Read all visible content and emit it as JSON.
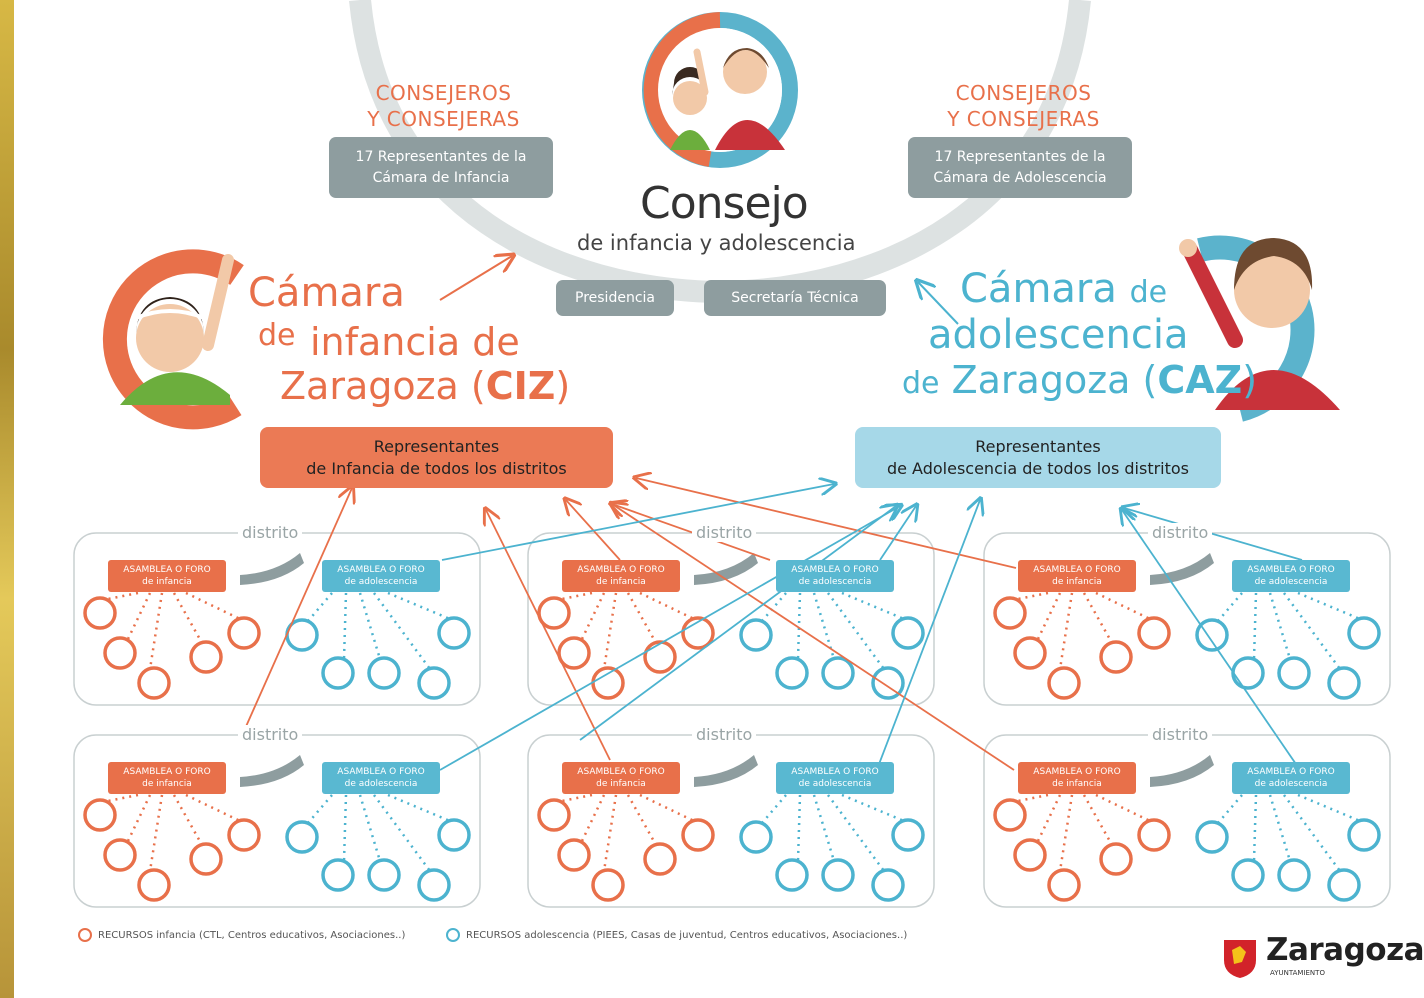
{
  "colors": {
    "orange": "#e8704a",
    "blue": "#4cb3cf",
    "gray": "#8e9d9f"
  },
  "council": {
    "title": "Consejo",
    "subtitle": "de infancia y adolescencia",
    "president": "Presidencia",
    "secretary": "Secretaría Técnica"
  },
  "left_councillors": {
    "heading_1": "CONSEJEROS",
    "heading_2": "Y CONSEJERAS",
    "box": "17 Representantes de la\nCámara de Infancia"
  },
  "right_councillors": {
    "heading_1": "CONSEJEROS",
    "heading_2": "Y CONSEJERAS",
    "box": "17 Representantes de la\nCámara de Adolescencia"
  },
  "ciz": {
    "line1": "Cámara",
    "line2a": "de",
    "line2b": "infancia de",
    "line3": "Zaragoza (",
    "abbr": "CIZ",
    "close": ")"
  },
  "caz": {
    "line1a": "Cámara",
    "line1b": "de",
    "line2": "adolescencia",
    "line3a": "de",
    "line3b": "Zaragoza (",
    "abbr": "CAZ",
    "close": ")"
  },
  "rep_infancia": "Representantes\nde Infancia de todos los distritos",
  "rep_adolescencia": "Representantes\nde Adolescencia de todos los distritos",
  "district": {
    "label": "distrito",
    "infancia": "ASAMBLEA O FORO\nde infancia",
    "adolescencia": "ASAMBLEA O FORO\nde adolescencia"
  },
  "legend": {
    "infancia": "RECURSOS infancia (CTL, Centros educativos, Asociaciones..)",
    "adolescencia": "RECURSOS adolescencia (PIEES, Casas de juventud, Centros educativos, Asociaciones..)"
  },
  "logo": {
    "name": "Zaragoza",
    "sub": "AYUNTAMIENTO"
  }
}
